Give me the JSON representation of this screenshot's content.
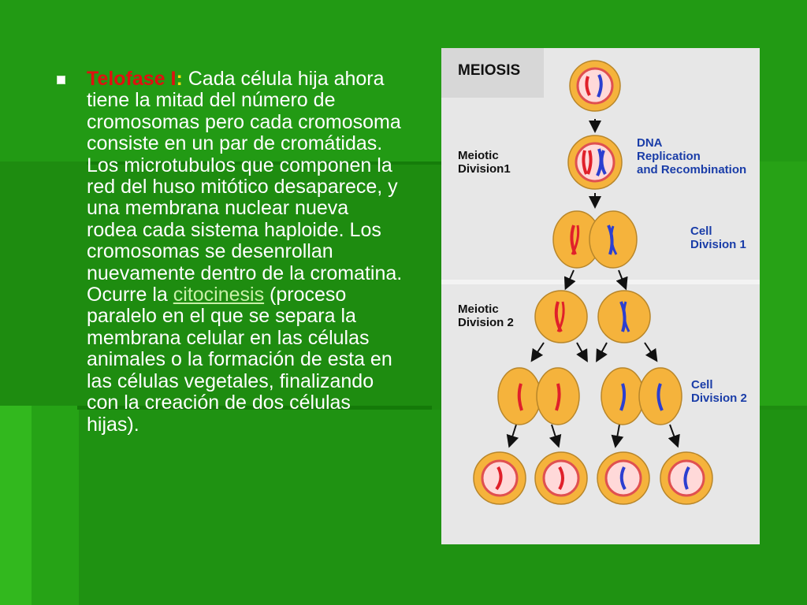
{
  "slide": {
    "title": "Telofase I",
    "title_colon": ":",
    "text_part1": " Cada célula hija ahora tiene la mitad del número de cromosomas pero cada cromosoma consiste en un par de cromátidas. Los microtubulos que componen la red del huso mitótico desaparece, y una membrana nuclear nueva rodea cada sistema haploide. Los cromosomas se desenrollan nuevamente dentro de la cromatina. Ocurre la ",
    "link_text": "citocinesis",
    "text_part2": " (proceso paralelo en el que se separa la membrana celular en las células animales o la formación de esta en las células vegetales, finalizando con la creación de dos células hijas)."
  },
  "figure": {
    "heading": "MEIOSIS",
    "meiotic_division_1": [
      "Meiotic",
      "Division1"
    ],
    "dna_label": [
      "DNA",
      "Replication",
      "and Recombination"
    ],
    "cell_division_1": [
      "Cell",
      "Division 1"
    ],
    "meiotic_division_2": [
      "Meiotic",
      "Division 2"
    ],
    "cell_division_2": [
      "Cell",
      "Division 2"
    ]
  },
  "colors": {
    "background": "#1e8f10",
    "title_red": "#e01010",
    "chromosome_red": "#e0202a",
    "chromosome_blue": "#2c3fd0",
    "cell_orange": "#f5b33c",
    "label_blue": "#1a3da8"
  }
}
